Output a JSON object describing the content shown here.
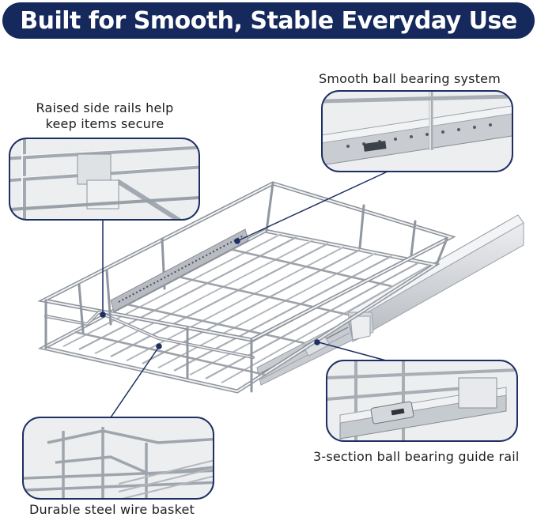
{
  "banner": {
    "title": "Built for Smooth, Stable Everyday Use",
    "background": "#16295c",
    "text_color": "#ffffff"
  },
  "callouts": [
    {
      "id": "rails",
      "line1": "Raised side rails help",
      "line2": "keep items secure",
      "icon": "side-rail-detail"
    },
    {
      "id": "bearing",
      "line1": "Smooth ball bearing system",
      "icon": "ball-bearing-detail"
    },
    {
      "id": "guide",
      "line1": "3-section ball bearing guide rail",
      "icon": "guide-rail-detail"
    },
    {
      "id": "basket",
      "line1": "Durable steel wire basket",
      "icon": "wire-basket-detail"
    }
  ],
  "colors": {
    "callout_border": "#1d2f63",
    "leader_line": "#1d2f63",
    "chrome_light": "#e6e8eb",
    "chrome_mid": "#b9bdc3",
    "chrome_dark": "#7d838b"
  }
}
